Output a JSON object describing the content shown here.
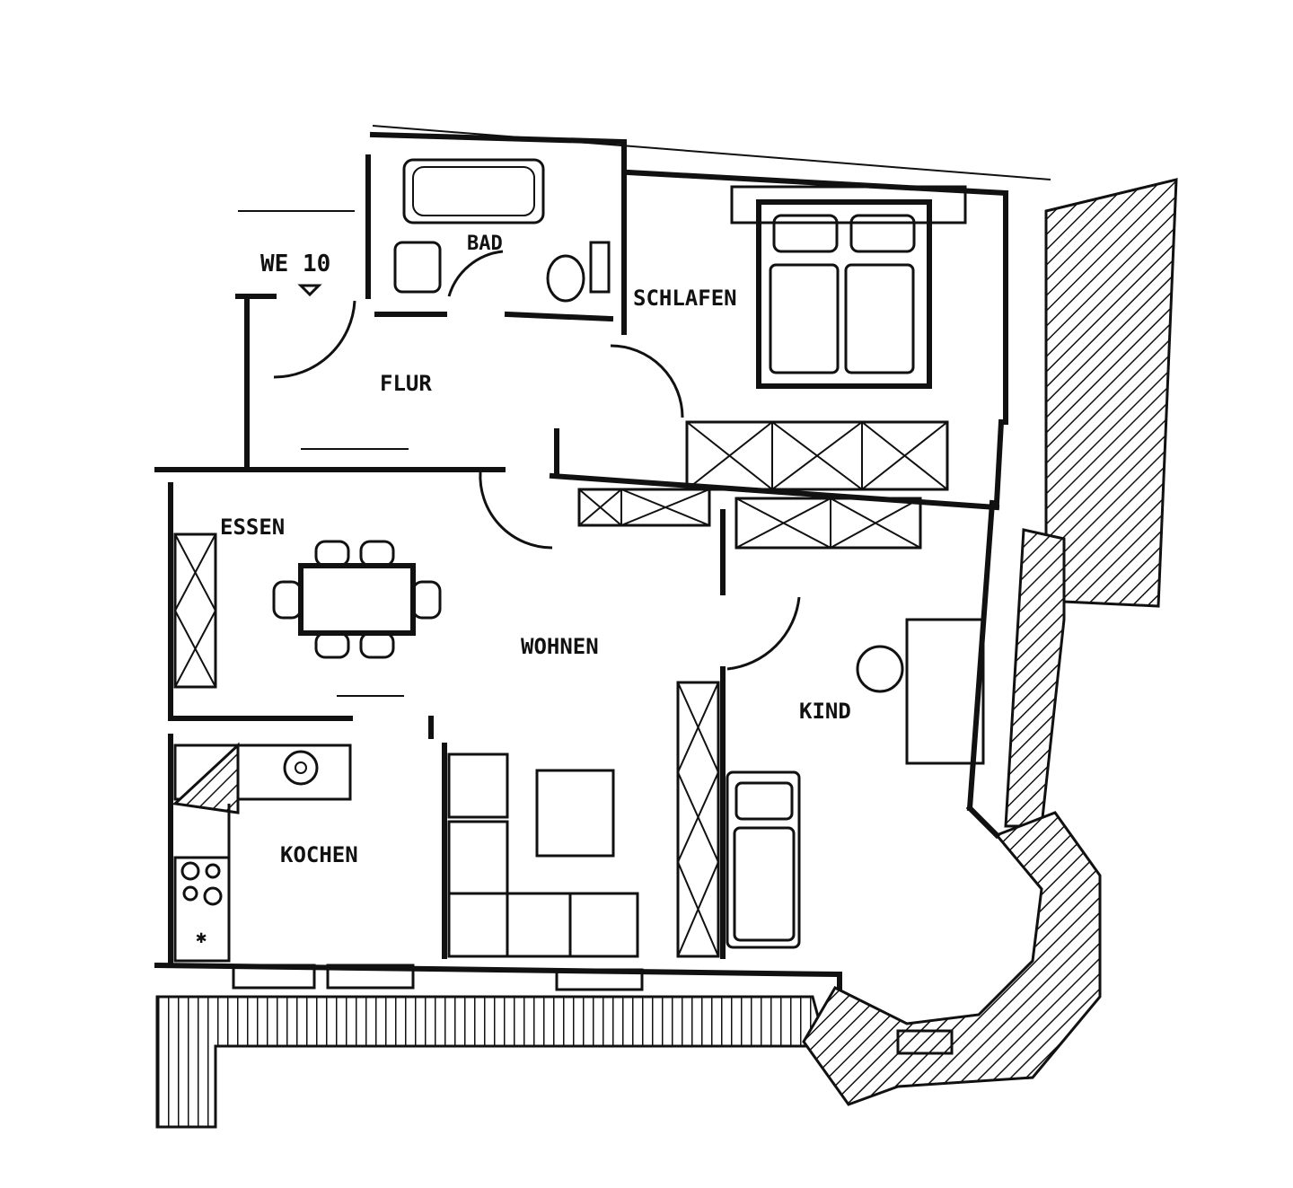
{
  "plan": {
    "unit_label": "WE 10",
    "rooms": {
      "bad": "BAD",
      "schlafen": "SCHLAFEN",
      "flur": "FLUR",
      "essen": "ESSEN",
      "wohnen": "WOHNEN",
      "kind": "KIND",
      "kochen": "KOCHEN"
    }
  }
}
